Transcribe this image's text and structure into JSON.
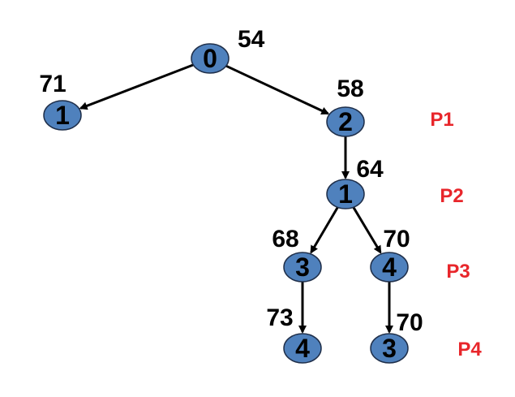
{
  "colors": {
    "node_fill": "#4F81BD",
    "node_stroke": "#1F2F4A",
    "edge": "#000000",
    "level_label": "#E8262B"
  },
  "tree": {
    "nodes": [
      {
        "id": "n0",
        "label": "0",
        "cost": "54"
      },
      {
        "id": "n1",
        "label": "1",
        "cost": "71"
      },
      {
        "id": "n2",
        "label": "2",
        "cost": "58"
      },
      {
        "id": "n3",
        "label": "1",
        "cost": "64"
      },
      {
        "id": "n4",
        "label": "3",
        "cost": "68"
      },
      {
        "id": "n5",
        "label": "4",
        "cost": "70"
      },
      {
        "id": "n6",
        "label": "4",
        "cost": "73"
      },
      {
        "id": "n7",
        "label": "3",
        "cost": "70"
      }
    ],
    "edges": [
      {
        "from": "n0",
        "to": "n1"
      },
      {
        "from": "n0",
        "to": "n2"
      },
      {
        "from": "n2",
        "to": "n3"
      },
      {
        "from": "n3",
        "to": "n4"
      },
      {
        "from": "n3",
        "to": "n5"
      },
      {
        "from": "n4",
        "to": "n6"
      },
      {
        "from": "n5",
        "to": "n7"
      }
    ]
  },
  "levels": [
    {
      "label": "P1"
    },
    {
      "label": "P2"
    },
    {
      "label": "P3"
    },
    {
      "label": "P4"
    }
  ]
}
